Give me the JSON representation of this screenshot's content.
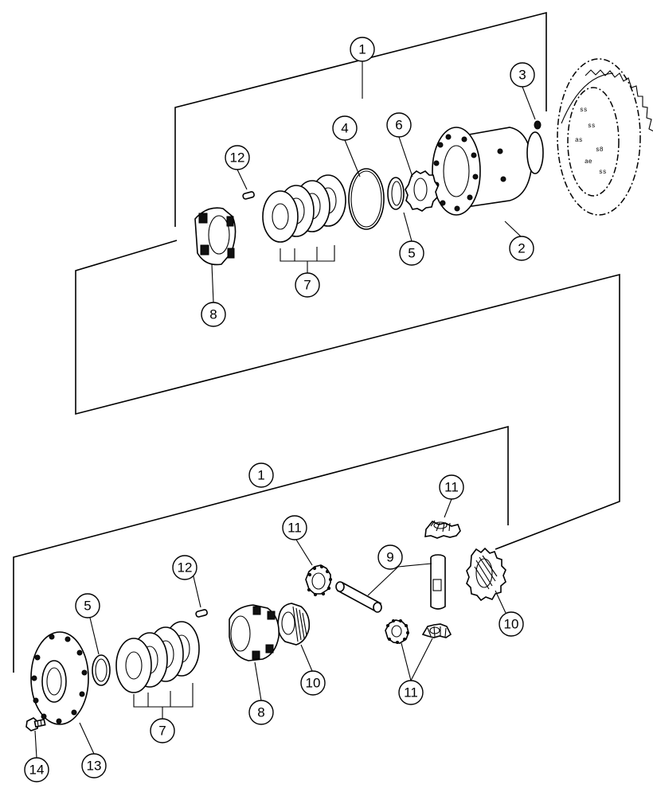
{
  "callouts": {
    "c1_top": "1",
    "c2": "2",
    "c3": "3",
    "c4": "4",
    "c5_top": "5",
    "c6": "6",
    "c7_top": "7",
    "c8_top": "8",
    "c12_top": "12",
    "c1_bottom": "1",
    "c5_bottom": "5",
    "c7_bottom": "7",
    "c8_bottom": "8",
    "c9": "9",
    "c10_left": "10",
    "c10_right": "10",
    "c11_top_left": "11",
    "c11_top_right": "11",
    "c11_bottom": "11",
    "c12_bottom": "12",
    "c13": "13",
    "c14": "14"
  }
}
